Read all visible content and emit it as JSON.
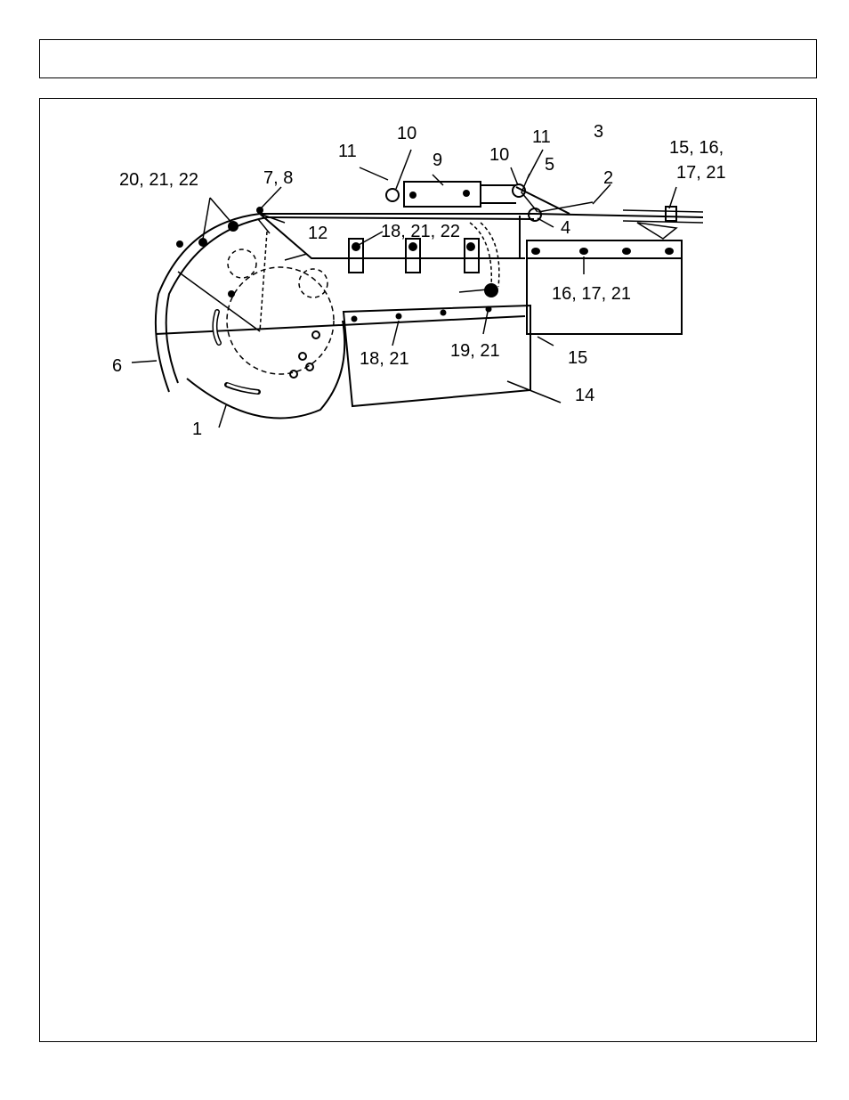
{
  "labels": {
    "l1": "1",
    "l2": "2",
    "l3": "3",
    "l4": "4",
    "l5": "5",
    "l6": "6",
    "l7_8": "7, 8",
    "l9": "9",
    "l10a": "10",
    "l10b": "10",
    "l11a": "11",
    "l11b": "11",
    "l12": "12",
    "l14": "14",
    "l15": "15",
    "l15_16_a": "15, 16,",
    "l15_16_b": "17, 21",
    "l16_17_21": "16, 17, 21",
    "l18_21_22": "18, 21, 22",
    "l18_21": "18, 21",
    "l19_21": "19, 21",
    "l20_21_22": "20, 21, 22"
  }
}
